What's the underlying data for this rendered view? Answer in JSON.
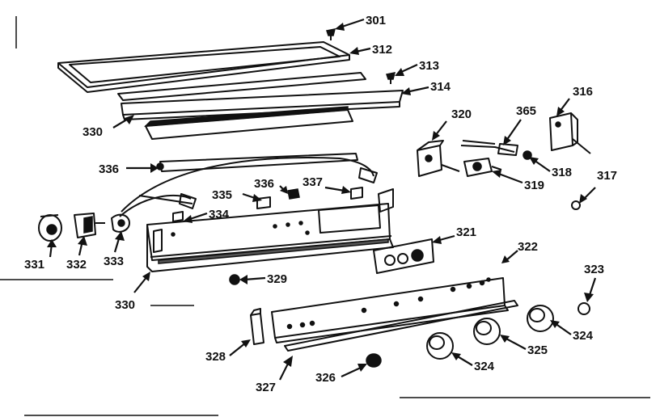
{
  "callouts": {
    "c301": "301",
    "c312": "312",
    "c313": "313",
    "c314": "314",
    "c316": "316",
    "c317": "317",
    "c318": "318",
    "c319": "319",
    "c320": "320",
    "c321": "321",
    "c322": "322",
    "c323": "323",
    "c324a": "324",
    "c324b": "324",
    "c325": "325",
    "c326": "326",
    "c327": "327",
    "c328": "328",
    "c329": "329",
    "c330a": "330",
    "c330b": "330",
    "c331": "331",
    "c332": "332",
    "c333": "333",
    "c334": "334",
    "c335": "335",
    "c336a": "336",
    "c336b": "336",
    "c337": "337",
    "c365": "365"
  }
}
